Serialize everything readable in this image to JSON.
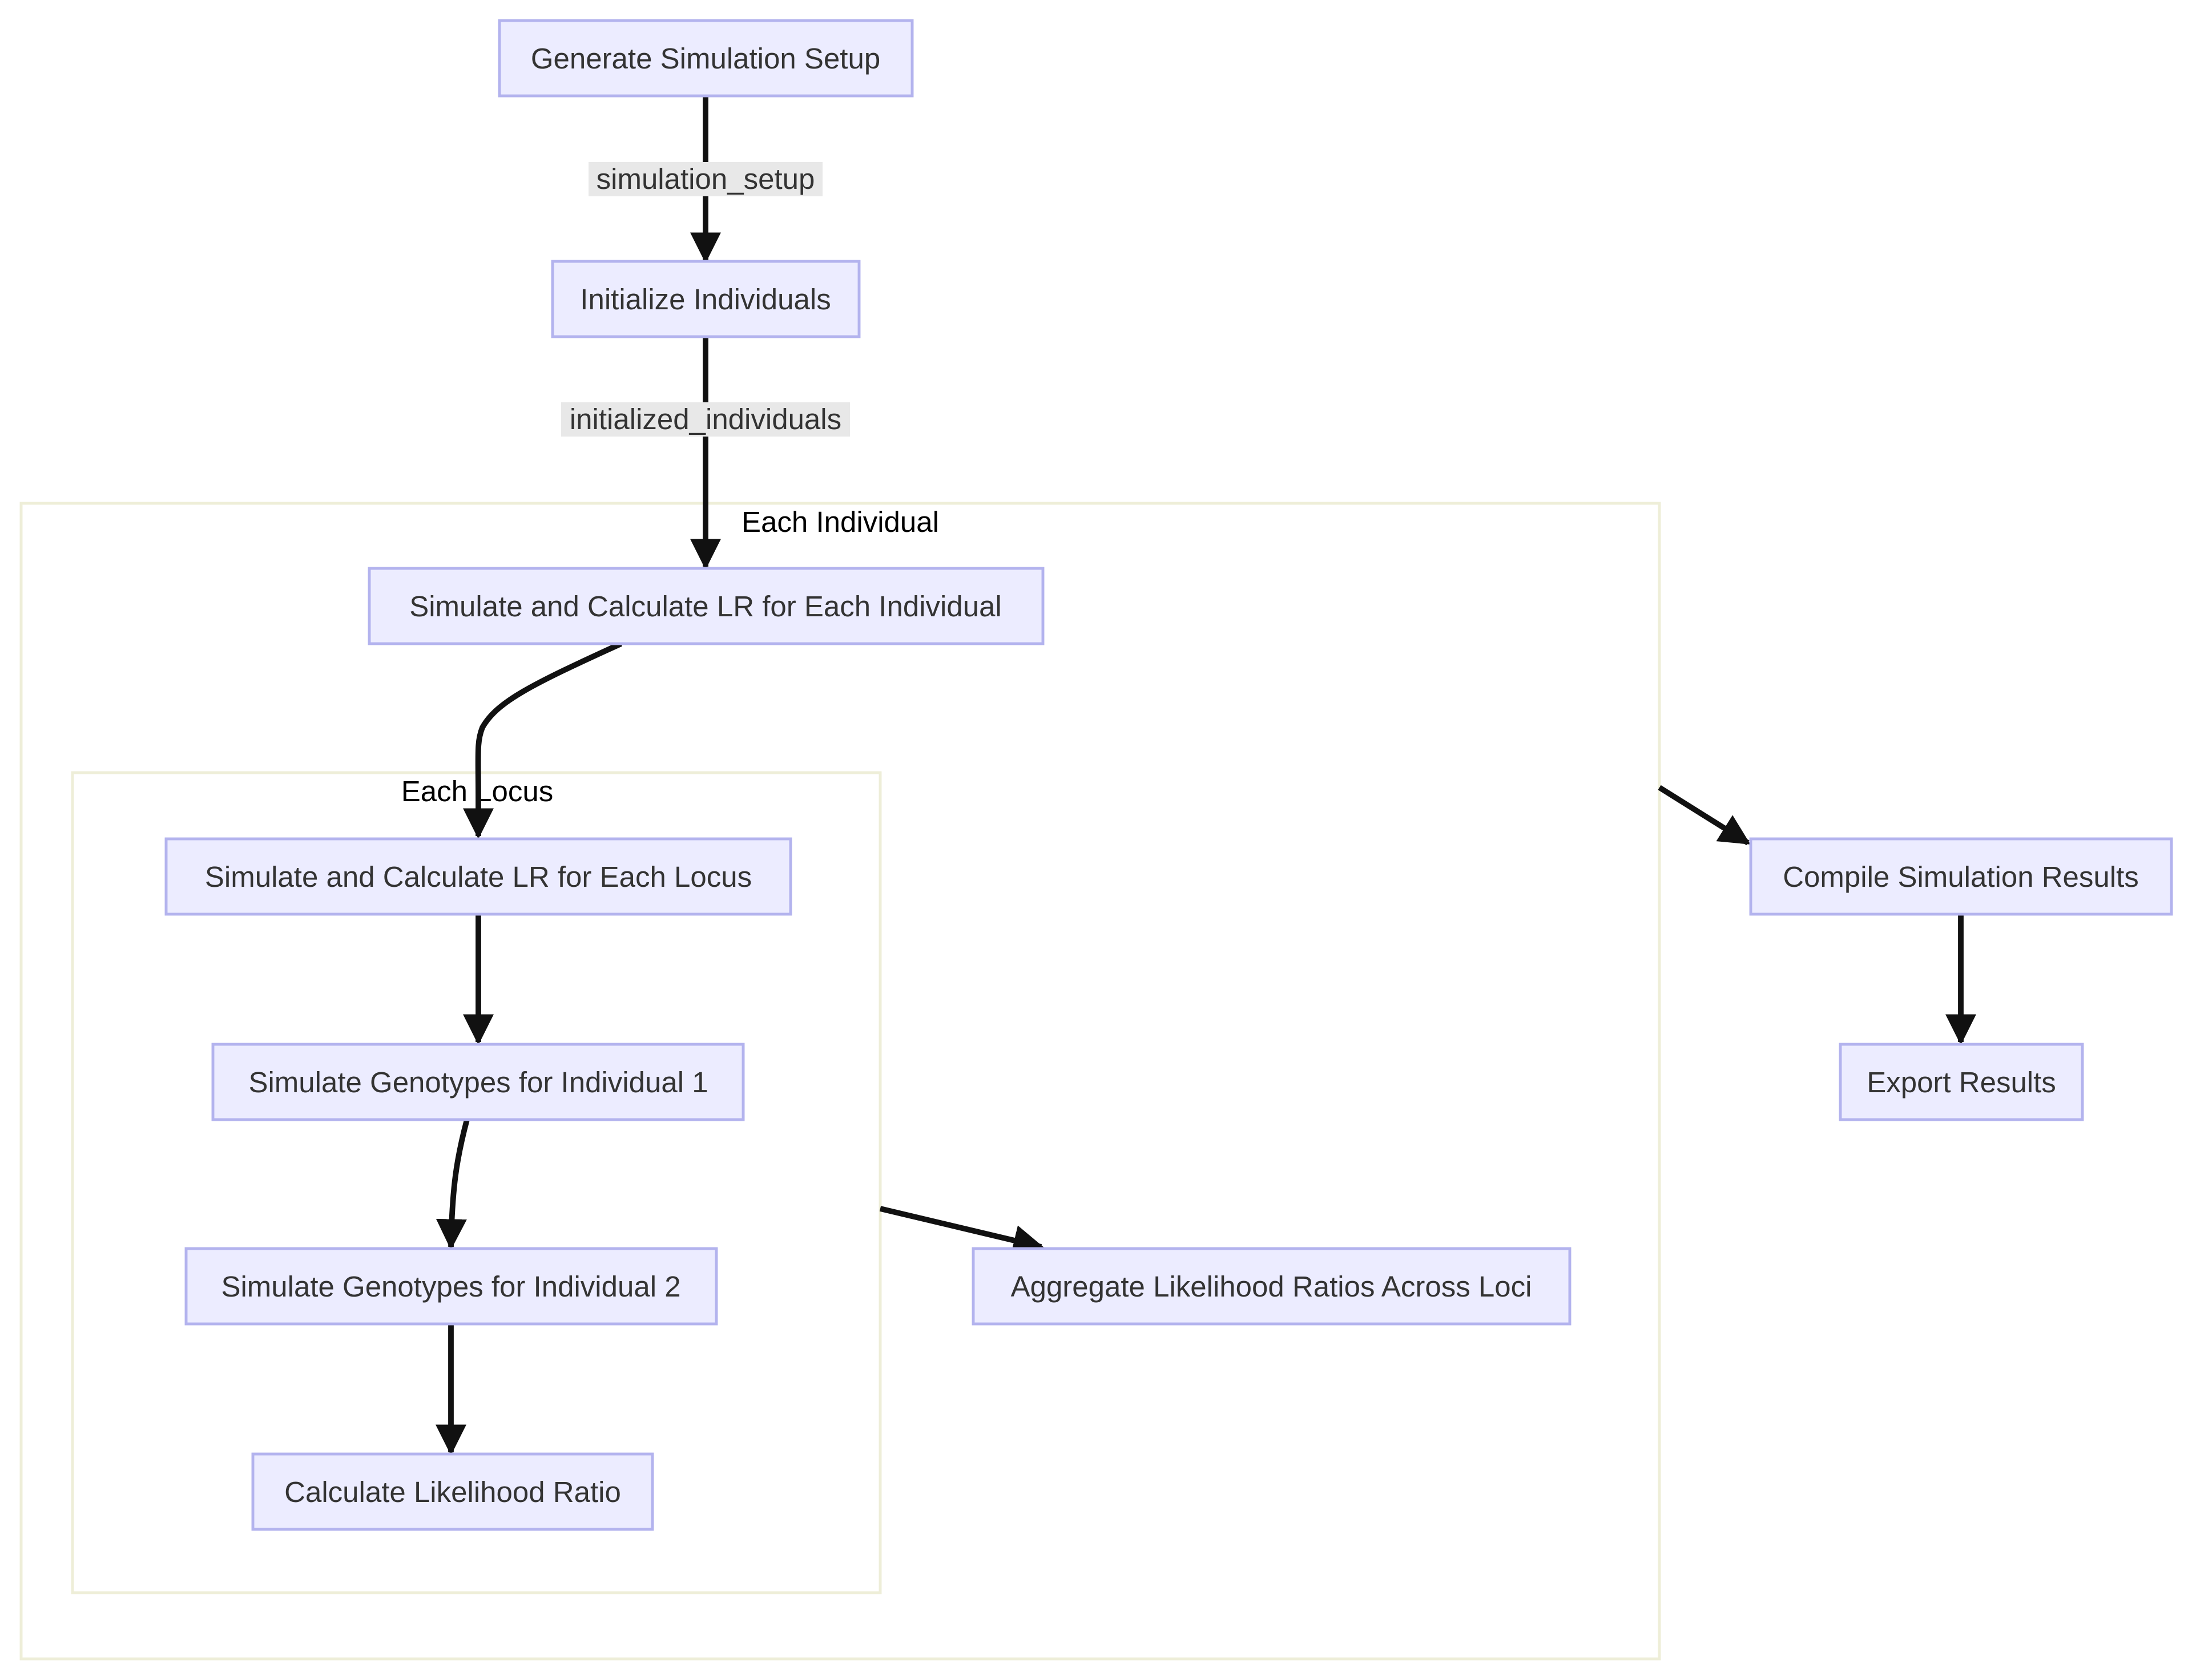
{
  "diagram": {
    "colors": {
      "node_fill": "#ececff",
      "node_border": "#b3b3ee",
      "cluster_border": "#eeeed8",
      "edge": "#111111",
      "edge_label_bg": "#e8e8e8",
      "text": "#333333"
    },
    "clusters": {
      "each_individual": {
        "label": "Each Individual"
      },
      "each_locus": {
        "label": "Each Locus"
      }
    },
    "nodes": {
      "generate_setup": {
        "label": "Generate Simulation Setup"
      },
      "init_individuals": {
        "label": "Initialize Individuals"
      },
      "sim_lr_individual": {
        "label": "Simulate and Calculate LR for Each Individual"
      },
      "sim_lr_locus": {
        "label": "Simulate and Calculate LR for Each Locus"
      },
      "sim_geno_1": {
        "label": "Simulate Genotypes for Individual 1"
      },
      "sim_geno_2": {
        "label": "Simulate Genotypes for Individual 2"
      },
      "calc_lr": {
        "label": "Calculate Likelihood Ratio"
      },
      "aggregate_lr": {
        "label": "Aggregate Likelihood Ratios Across Loci"
      },
      "compile_results": {
        "label": "Compile Simulation Results"
      },
      "export_results": {
        "label": "Export Results"
      }
    },
    "edges": {
      "setup_to_init": {
        "label": "simulation_setup"
      },
      "init_to_sim": {
        "label": "initialized_individuals"
      }
    }
  }
}
